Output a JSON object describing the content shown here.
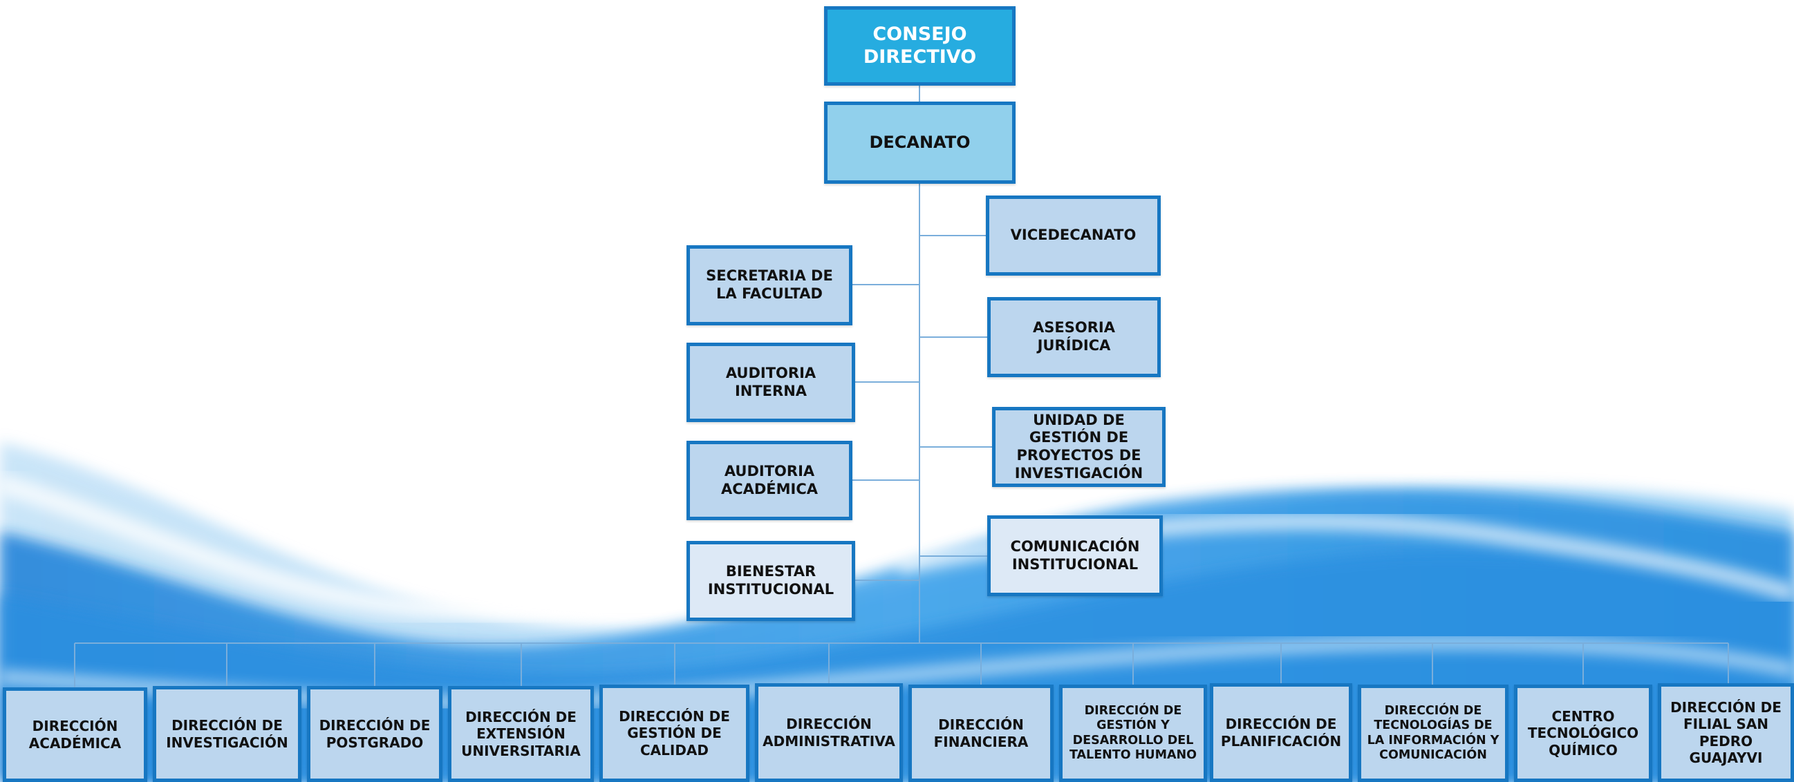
{
  "org": {
    "top": "CONSEJO DIRECTIVO",
    "level1": "DECANATO",
    "left": [
      "SECRETARIA DE LA FACULTAD",
      "AUDITORIA INTERNA",
      "AUDITORIA ACADÉMICA",
      "BIENESTAR INSTITUCIONAL"
    ],
    "right": [
      "VICEDECANATO",
      "ASESORIA JURÍDICA",
      "UNIDAD DE GESTIÓN DE PROYECTOS DE INVESTIGACIÓN",
      "COMUNICACIÓN INSTITUCIONAL"
    ],
    "bottom": [
      "DIRECCIÓN ACADÉMICA",
      "DIRECCIÓN DE INVESTIGACIÓN",
      "DIRECCIÓN DE POSTGRADO",
      "DIRECCIÓN DE EXTENSIÓN UNIVERSITARIA",
      "DIRECCIÓN DE GESTIÓN DE CALIDAD",
      "DIRECCIÓN ADMINISTRATIVA",
      "DIRECCIÓN FINANCIERA",
      "DIRECCIÓN DE GESTIÓN Y DESARROLLO DEL TALENTO HUMANO",
      "DIRECCIÓN DE PLANIFICACIÓN",
      "DIRECCIÓN DE TECNOLOGÍAS DE LA INFORMACIÓN Y COMUNICACIÓN",
      "CENTRO TECNOLÓGICO QUÍMICO",
      "DIRECCIÓN DE FILIAL SAN PEDRO GUAJAYVI"
    ]
  },
  "colors": {
    "top_fill": "#26ace0",
    "decanato_fill": "#91d0ec",
    "box_fill": "#bcd6ee",
    "box_fill_light": "#dde9f6",
    "border": "#1777c2",
    "connector": "#7aaedb"
  }
}
